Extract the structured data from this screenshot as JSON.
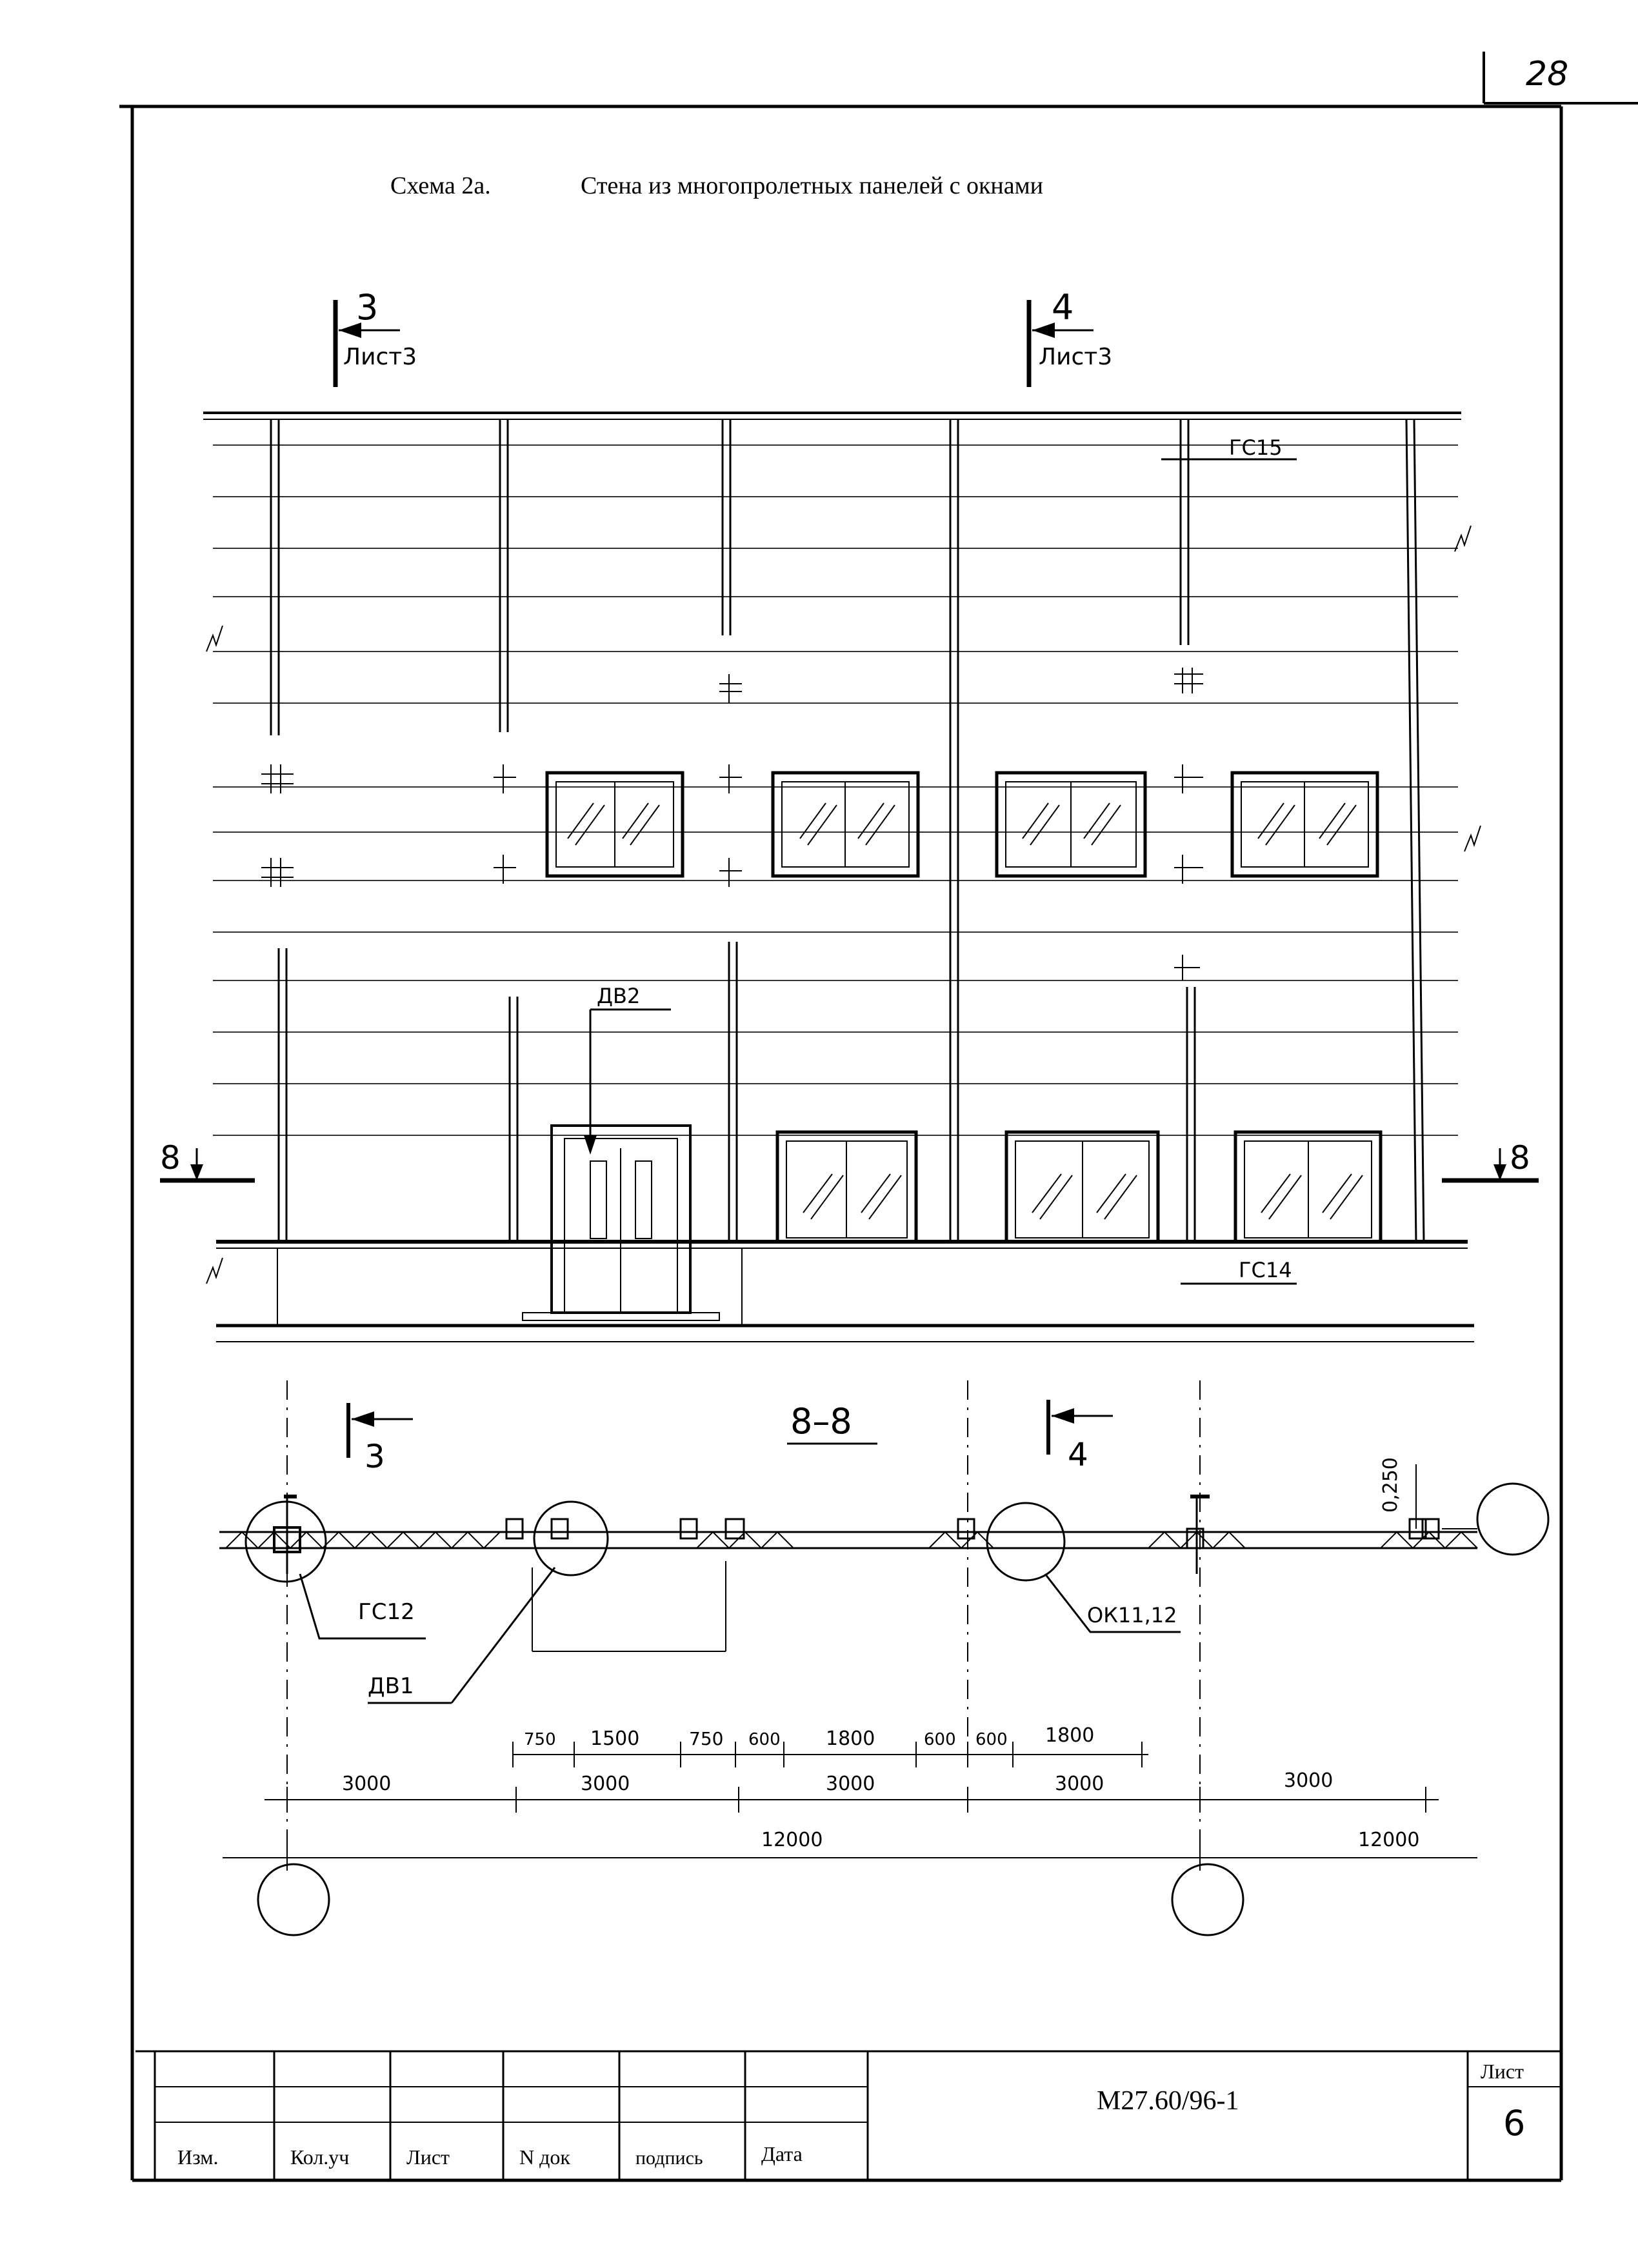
{
  "page_number": "28",
  "caption": {
    "scheme": "Схема 2а.",
    "title": "Стена из многопролетных панелей с окнами"
  },
  "section_marks": {
    "s3": {
      "number": "3",
      "sheet": "Лист3"
    },
    "s4": {
      "number": "4",
      "sheet": "Лист3"
    },
    "s8_left": "8",
    "s8_right": "8",
    "s3_plan": "3",
    "s4_plan": "4"
  },
  "elevation_labels": {
    "gs15": "ГС15",
    "gs14": "ГС14",
    "dv2": "ДВ2"
  },
  "plan": {
    "title": "8–8",
    "elevation_mark": "0,250",
    "labels": {
      "gs12": "ГС12",
      "dv1": "ДВ1",
      "ok": "ОК11,12"
    },
    "dims_detail": [
      "750",
      "1500",
      "750",
      "600",
      "1800",
      "600",
      "600",
      "1800"
    ],
    "dims_spans": [
      "3000",
      "3000",
      "3000",
      "3000",
      "3000"
    ],
    "dims_total": [
      "12000",
      "12000"
    ]
  },
  "title_block": {
    "columns": [
      "Изм.",
      "Кол.уч",
      "Лист",
      "N док",
      "подпись",
      "Дата"
    ],
    "designation": "М27.60/96-1",
    "sheet_label": "Лист",
    "sheet_number": "6"
  }
}
